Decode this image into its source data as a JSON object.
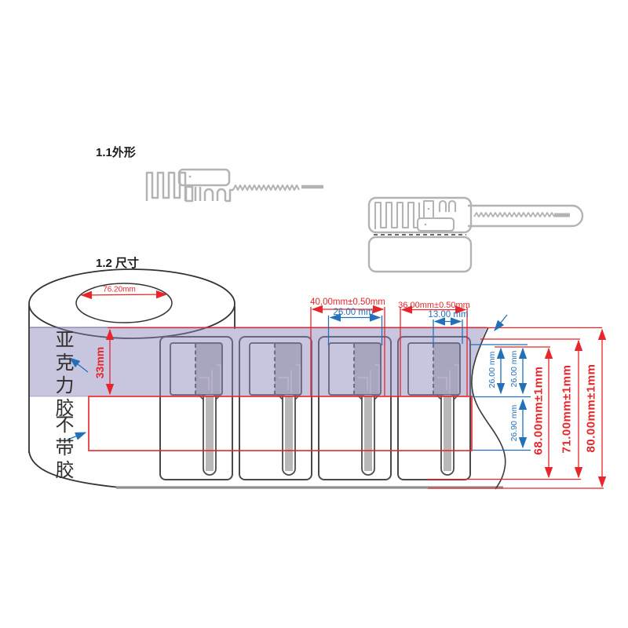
{
  "sections": {
    "shape_title": "1.1外形",
    "size_title": "1.2 尺寸"
  },
  "roll": {
    "core_diameter": "76.20mm"
  },
  "adhesive": {
    "acrylic_label": "亚克力胶",
    "no_adhesive_label": "不带胶",
    "band_height": "33mm"
  },
  "dims_horizontal": {
    "pitch": "40.00mm±0.50mm",
    "antenna_area_width": "26.00 mm",
    "label_width": "36.00mm±0.50mm",
    "half_width": "13.00 mm"
  },
  "dims_vertical": {
    "upper_a": "26.00 mm",
    "upper_b": "26.00 mm",
    "lower": "26.90 mm",
    "dim_68": "68.00mm±1mm",
    "dim_71": "71.00mm±1mm",
    "dim_80": "80.00mm±1mm"
  },
  "colors": {
    "dimension_red": "#e8252a",
    "dimension_blue": "#2470b8",
    "adhesive_band": "#8a84b8",
    "antenna_gray": "#b3b3b3",
    "outline_dark": "#4a4a4a"
  }
}
